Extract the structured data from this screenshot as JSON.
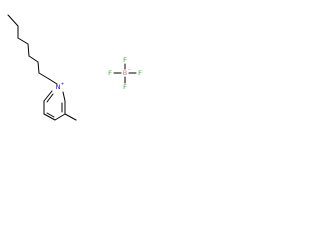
{
  "molecule": {
    "cation": {
      "ring_atoms": {
        "nitrogen": "N",
        "nitrogen_charge": "+"
      }
    },
    "anion": {
      "center": {
        "symbol": "B",
        "charge": "−"
      },
      "substituents": [
        "F",
        "F",
        "F",
        "F"
      ]
    }
  },
  "colors": {
    "bond": "#000000",
    "nitrogen": "#0000ff",
    "boron": "#cc7a7a",
    "fluorine": "#2db52d"
  }
}
